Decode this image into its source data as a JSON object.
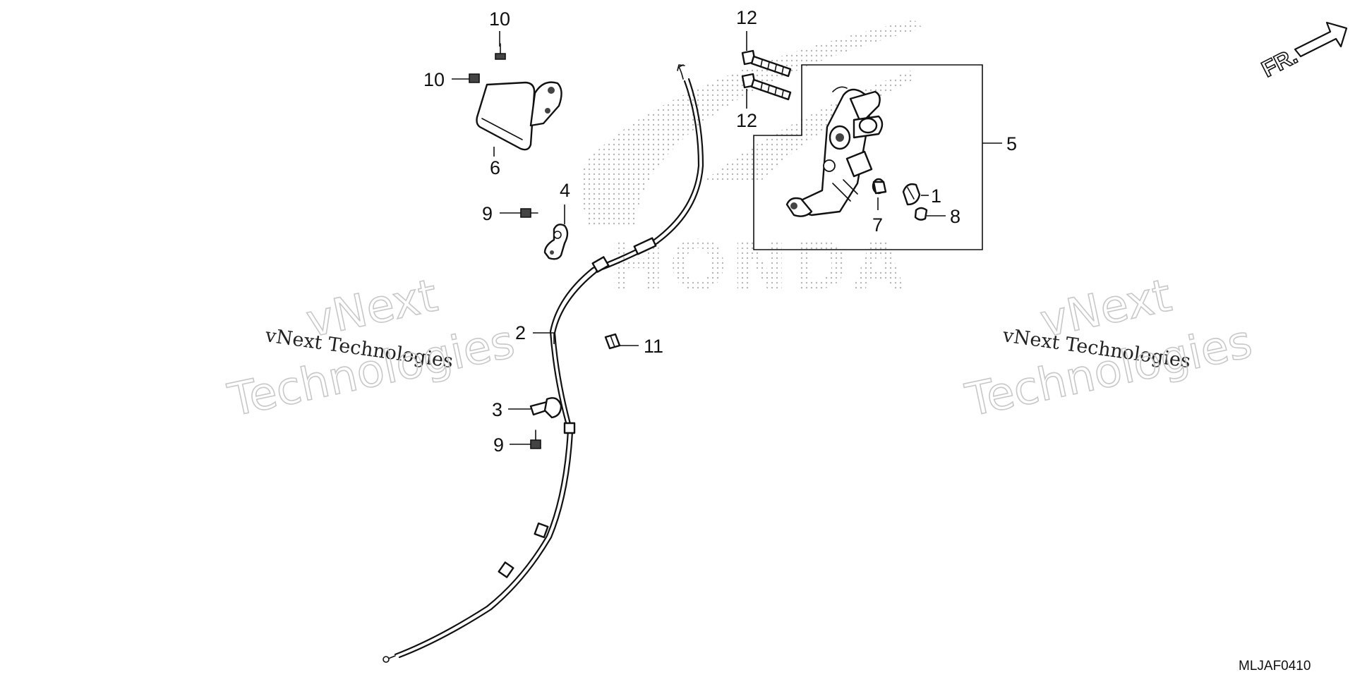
{
  "diagram_code": "MLJAF0410",
  "direction_indicator": {
    "label": "FR.",
    "icon": "forward-arrow-icon"
  },
  "brand_watermark": {
    "text": "HONDA"
  },
  "watermarks": [
    {
      "line1": "vNext Technologies",
      "line2": "vNext",
      "line3": "Technologies"
    },
    {
      "line1": "vNext Technologies",
      "line2": "vNext",
      "line3": "Technologies"
    }
  ],
  "callouts": {
    "p1": "1",
    "p2": "2",
    "p3": "3",
    "p4": "4",
    "p5": "5",
    "p6": "6",
    "p7": "7",
    "p8": "8",
    "p9a": "9",
    "p9b": "9",
    "p10a": "10",
    "p10b": "10",
    "p11": "11",
    "p12a": "12",
    "p12b": "12"
  }
}
